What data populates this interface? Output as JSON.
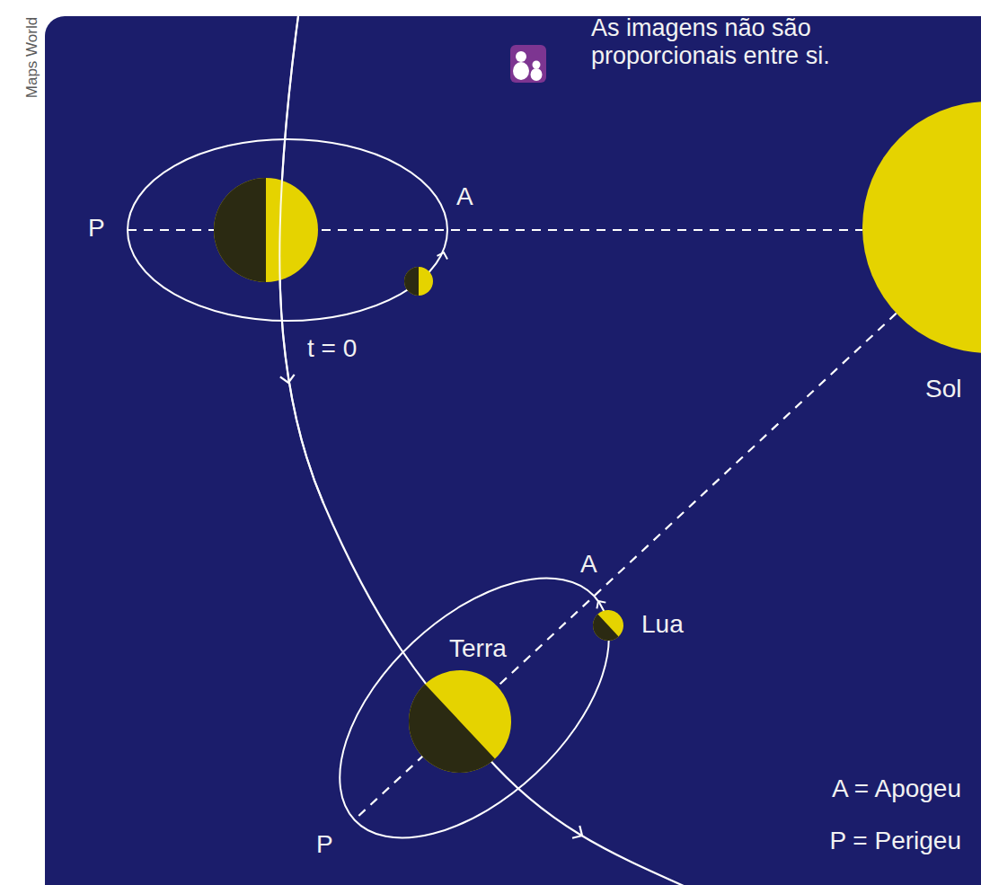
{
  "diagram": {
    "nodes": [
      {
        "text": [
          "Sol"
        ]
      },
      {
        "text": [
          "Terra"
        ]
      },
      {
        "text": [
          "Lua"
        ]
      }
    ],
    "edges": [
      {
        "from": 0,
        "to": 1,
        "arrow": "none"
      }
    ],
    "labels": [
      "Maps World",
      "As imagens não são proporcionais entre si.",
      "P",
      "A",
      "t = 0",
      "A",
      "P",
      "A = Apogeu",
      "P = Perigeu"
    ]
  }
}
